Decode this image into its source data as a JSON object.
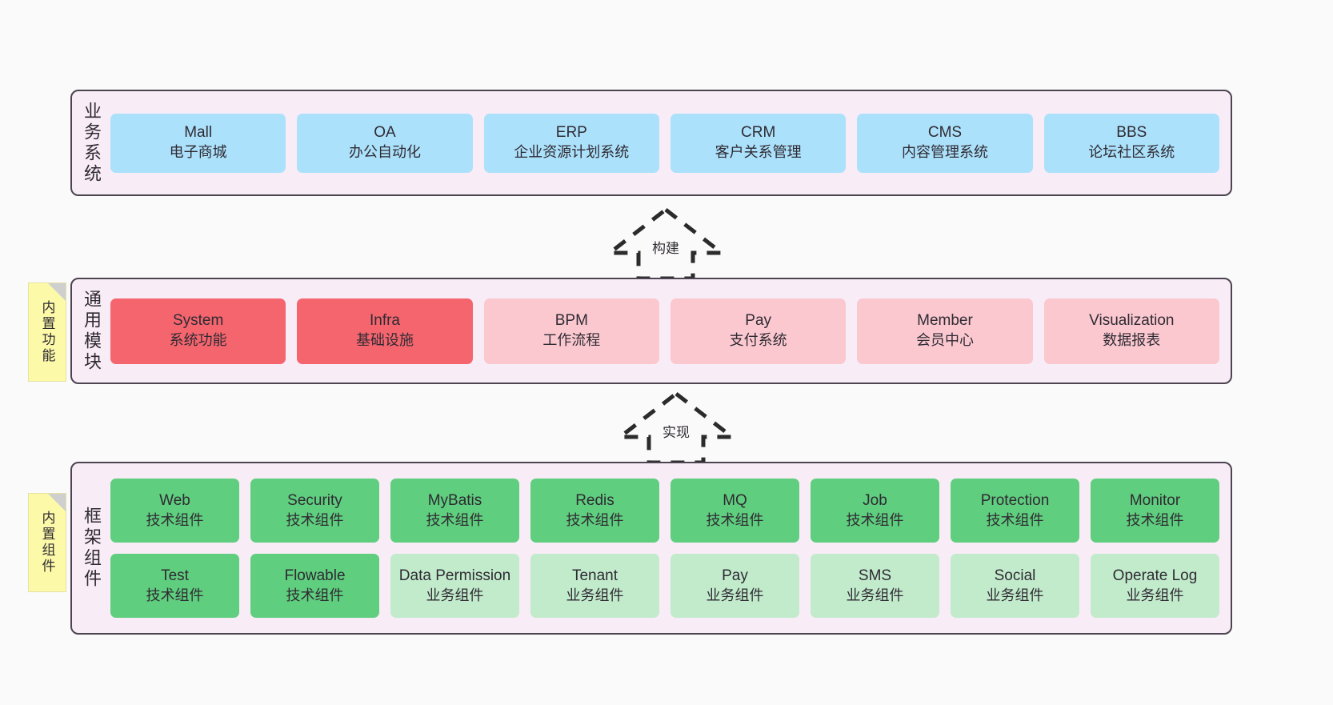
{
  "layers": [
    {
      "id": "business",
      "title": "业务系统",
      "cards": [
        {
          "name": "Mall",
          "sub": "电子商城"
        },
        {
          "name": "OA",
          "sub": "办公自动化"
        },
        {
          "name": "ERP",
          "sub": "企业资源计划系统"
        },
        {
          "name": "CRM",
          "sub": "客户关系管理"
        },
        {
          "name": "CMS",
          "sub": "内容管理系统"
        },
        {
          "name": "BBS",
          "sub": "论坛社区系统"
        }
      ]
    },
    {
      "id": "modules",
      "title": "通用模块",
      "cards": [
        {
          "name": "System",
          "sub": "系统功能"
        },
        {
          "name": "Infra",
          "sub": "基础设施"
        },
        {
          "name": "BPM",
          "sub": "工作流程"
        },
        {
          "name": "Pay",
          "sub": "支付系统"
        },
        {
          "name": "Member",
          "sub": "会员中心"
        },
        {
          "name": "Visualization",
          "sub": "数据报表"
        }
      ]
    },
    {
      "id": "framework",
      "title": "框架组件",
      "row_tech": [
        {
          "name": "Web",
          "sub": "技术组件"
        },
        {
          "name": "Security",
          "sub": "技术组件"
        },
        {
          "name": "MyBatis",
          "sub": "技术组件"
        },
        {
          "name": "Redis",
          "sub": "技术组件"
        },
        {
          "name": "MQ",
          "sub": "技术组件"
        },
        {
          "name": "Job",
          "sub": "技术组件"
        },
        {
          "name": "Protection",
          "sub": "技术组件"
        },
        {
          "name": "Monitor",
          "sub": "技术组件"
        }
      ],
      "row_business": [
        {
          "name": "Test",
          "sub": "技术组件"
        },
        {
          "name": "Flowable",
          "sub": "技术组件"
        },
        {
          "name": "Data Permission",
          "sub": "业务组件"
        },
        {
          "name": "Tenant",
          "sub": "业务组件"
        },
        {
          "name": "Pay",
          "sub": "业务组件"
        },
        {
          "name": "SMS",
          "sub": "业务组件"
        },
        {
          "name": "Social",
          "sub": "业务组件"
        },
        {
          "name": "Operate Log",
          "sub": "业务组件"
        }
      ]
    }
  ],
  "notes": [
    {
      "id": "functions",
      "label": "内置功能"
    },
    {
      "id": "components",
      "label": "内置组件"
    }
  ],
  "arrows": [
    {
      "id": "build",
      "label": "构建"
    },
    {
      "id": "realize",
      "label": "实现"
    }
  ],
  "colors": {
    "panel_background": "#f8ecf6",
    "panel_border": "#4c4451",
    "business_card": "#ace1fb",
    "module_active": "#f5656e",
    "module_inactive": "#fbc8d0",
    "tech_component": "#5fce7e",
    "business_component": "#c2ebcc",
    "note_background": "#fcfaa8",
    "note_fold": "#cfcfcf",
    "canvas": "#fafafa",
    "text": "#2f2b33"
  }
}
